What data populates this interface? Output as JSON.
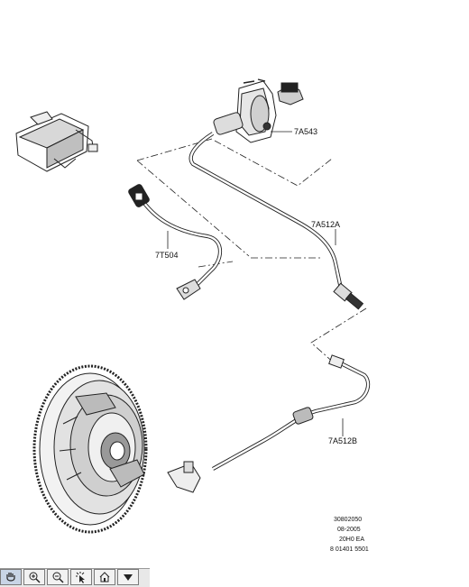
{
  "callouts": {
    "master_cylinder": "7A543",
    "pressure_line_a": "7A512A",
    "damper_line": "7T504",
    "pressure_line_b": "7A512B"
  },
  "footer": {
    "code": "30802050",
    "date": "08-2005",
    "model": "20H0 EA",
    "ref": "8 01401 5501"
  },
  "toolbar": {
    "buttons": [
      {
        "name": "pan-tool-button",
        "icon": "hand-icon"
      },
      {
        "name": "zoom-in-button",
        "icon": "zoom-in-icon"
      },
      {
        "name": "zoom-out-button",
        "icon": "zoom-out-icon"
      },
      {
        "name": "select-tool-button",
        "icon": "cursor-sparkle-icon"
      },
      {
        "name": "home-button",
        "icon": "home-icon"
      },
      {
        "name": "menu-dropdown-button",
        "icon": "triangle-down-icon"
      }
    ]
  }
}
